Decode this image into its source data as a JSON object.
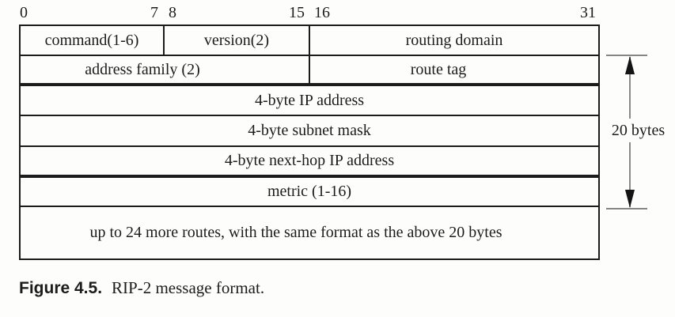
{
  "bits": {
    "b0": "0",
    "b7": "7",
    "b8": "8",
    "b15": "15",
    "b16": "16",
    "b31": "31"
  },
  "fields": {
    "command": "command(1-6)",
    "version": "version(2)",
    "routing_domain": "routing domain",
    "address_family": "address family (2)",
    "route_tag": "route tag",
    "ip_address": "4-byte IP address",
    "subnet_mask": "4-byte subnet mask",
    "next_hop": "4-byte next-hop IP address",
    "metric": "metric (1-16)",
    "more_routes": "up to 24 more routes, with the same format as the above 20 bytes"
  },
  "annotation": {
    "label": "20 bytes"
  },
  "caption": {
    "number": "Figure 4.5.",
    "title": "RIP-2 message format."
  },
  "colors": {
    "line": "#1c1c1c",
    "text": "#1c1c1c",
    "background": "#fdfdfc",
    "arrow_line": "#7c7c7c"
  }
}
